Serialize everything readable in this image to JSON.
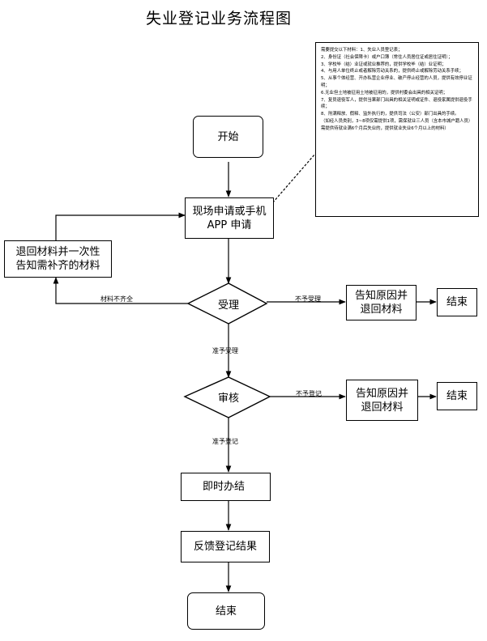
{
  "title": "失业登记业务流程图",
  "nodes": {
    "start": "开始",
    "apply": [
      "现场申请或手机",
      "APP 申请"
    ],
    "return_materials": [
      "退回材料并一次性",
      "告知需补齐的材料"
    ],
    "accept": "受理",
    "notify1": [
      "告知原因并",
      "退回材料"
    ],
    "end1": "结束",
    "review": "审核",
    "notify2": [
      "告知原因并",
      "退回材料"
    ],
    "end2": "结束",
    "process": "即时办结",
    "feedback": "反馈登记结果",
    "end": "结束"
  },
  "edges": {
    "incomplete": "材料不齐全",
    "not_accepted": "不予受理",
    "accepted": "准予受理",
    "not_registered": "不予登记",
    "registered": "准予登记"
  },
  "note_lines": [
    "需要提交以下材料：1、失业人员登记表；",
    "2、身份证（社会保障卡）或户口簿（常住人员居住证或居住证明）；",
    "3、学校毕（结）业证或就业推荐的，提供学校毕（结）业证明；",
    "4、与用人单位终止或者解除劳动关系的，提供终止或解除劳动关系手续；",
    "5、从事个体经营、开办私营企业停业、破产停止经营的人员，提供有效停业证明；",
    "6.无业但土地被征用土地被征用的，提供村委会出具的相关证明；",
    "7、复员退役军人，提供当果部门出具的相关证明或证件、退役家属提供退役手续；",
    "8、刑满释放、假释、监外执行的，提供司法（公安）部门出具的手续。",
    "（如经人员类别，3~8项仅需提供1项，需保就业三人员（含本市城户籍人员）需提供待就业满6个月后失业的，提供就业失业6个月以上的材料）"
  ]
}
